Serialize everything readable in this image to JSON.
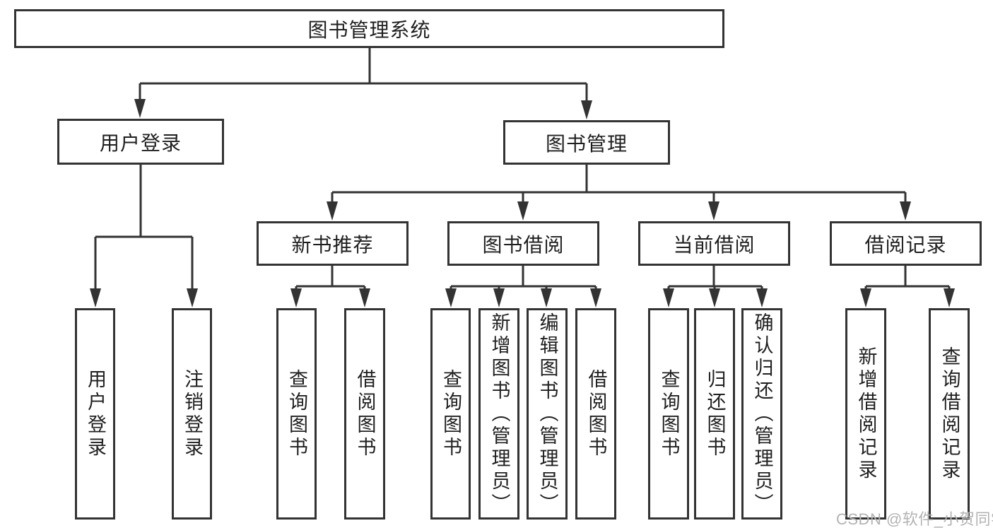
{
  "tree": {
    "label": "图书管理系统",
    "children": [
      {
        "label": "用户登录",
        "children": [
          {
            "label": "用户登录"
          },
          {
            "label": "注销登录"
          }
        ]
      },
      {
        "label": "图书管理",
        "children": [
          {
            "label": "新书推荐",
            "children": [
              {
                "label": "查询图书"
              },
              {
                "label": "借阅图书"
              }
            ]
          },
          {
            "label": "图书借阅",
            "children": [
              {
                "label": "查询图书"
              },
              {
                "label": "新增图书（管理员）"
              },
              {
                "label": "编辑图书（管理员）"
              },
              {
                "label": "借阅图书"
              }
            ]
          },
          {
            "label": "当前借阅",
            "children": [
              {
                "label": "查询图书"
              },
              {
                "label": "归还图书"
              },
              {
                "label": "确认归还（管理员）"
              }
            ]
          },
          {
            "label": "借阅记录",
            "children": [
              {
                "label": "新增借阅记录"
              },
              {
                "label": "查询借阅记录"
              }
            ]
          }
        ]
      }
    ]
  },
  "watermark": {
    "text": "CSDN @软件_小贺同学"
  },
  "colors": {
    "line": "#333333",
    "box_border": "#333333",
    "text": "#1f1f1f",
    "watermark": "#b3b3b3",
    "background": "#ffffff"
  }
}
